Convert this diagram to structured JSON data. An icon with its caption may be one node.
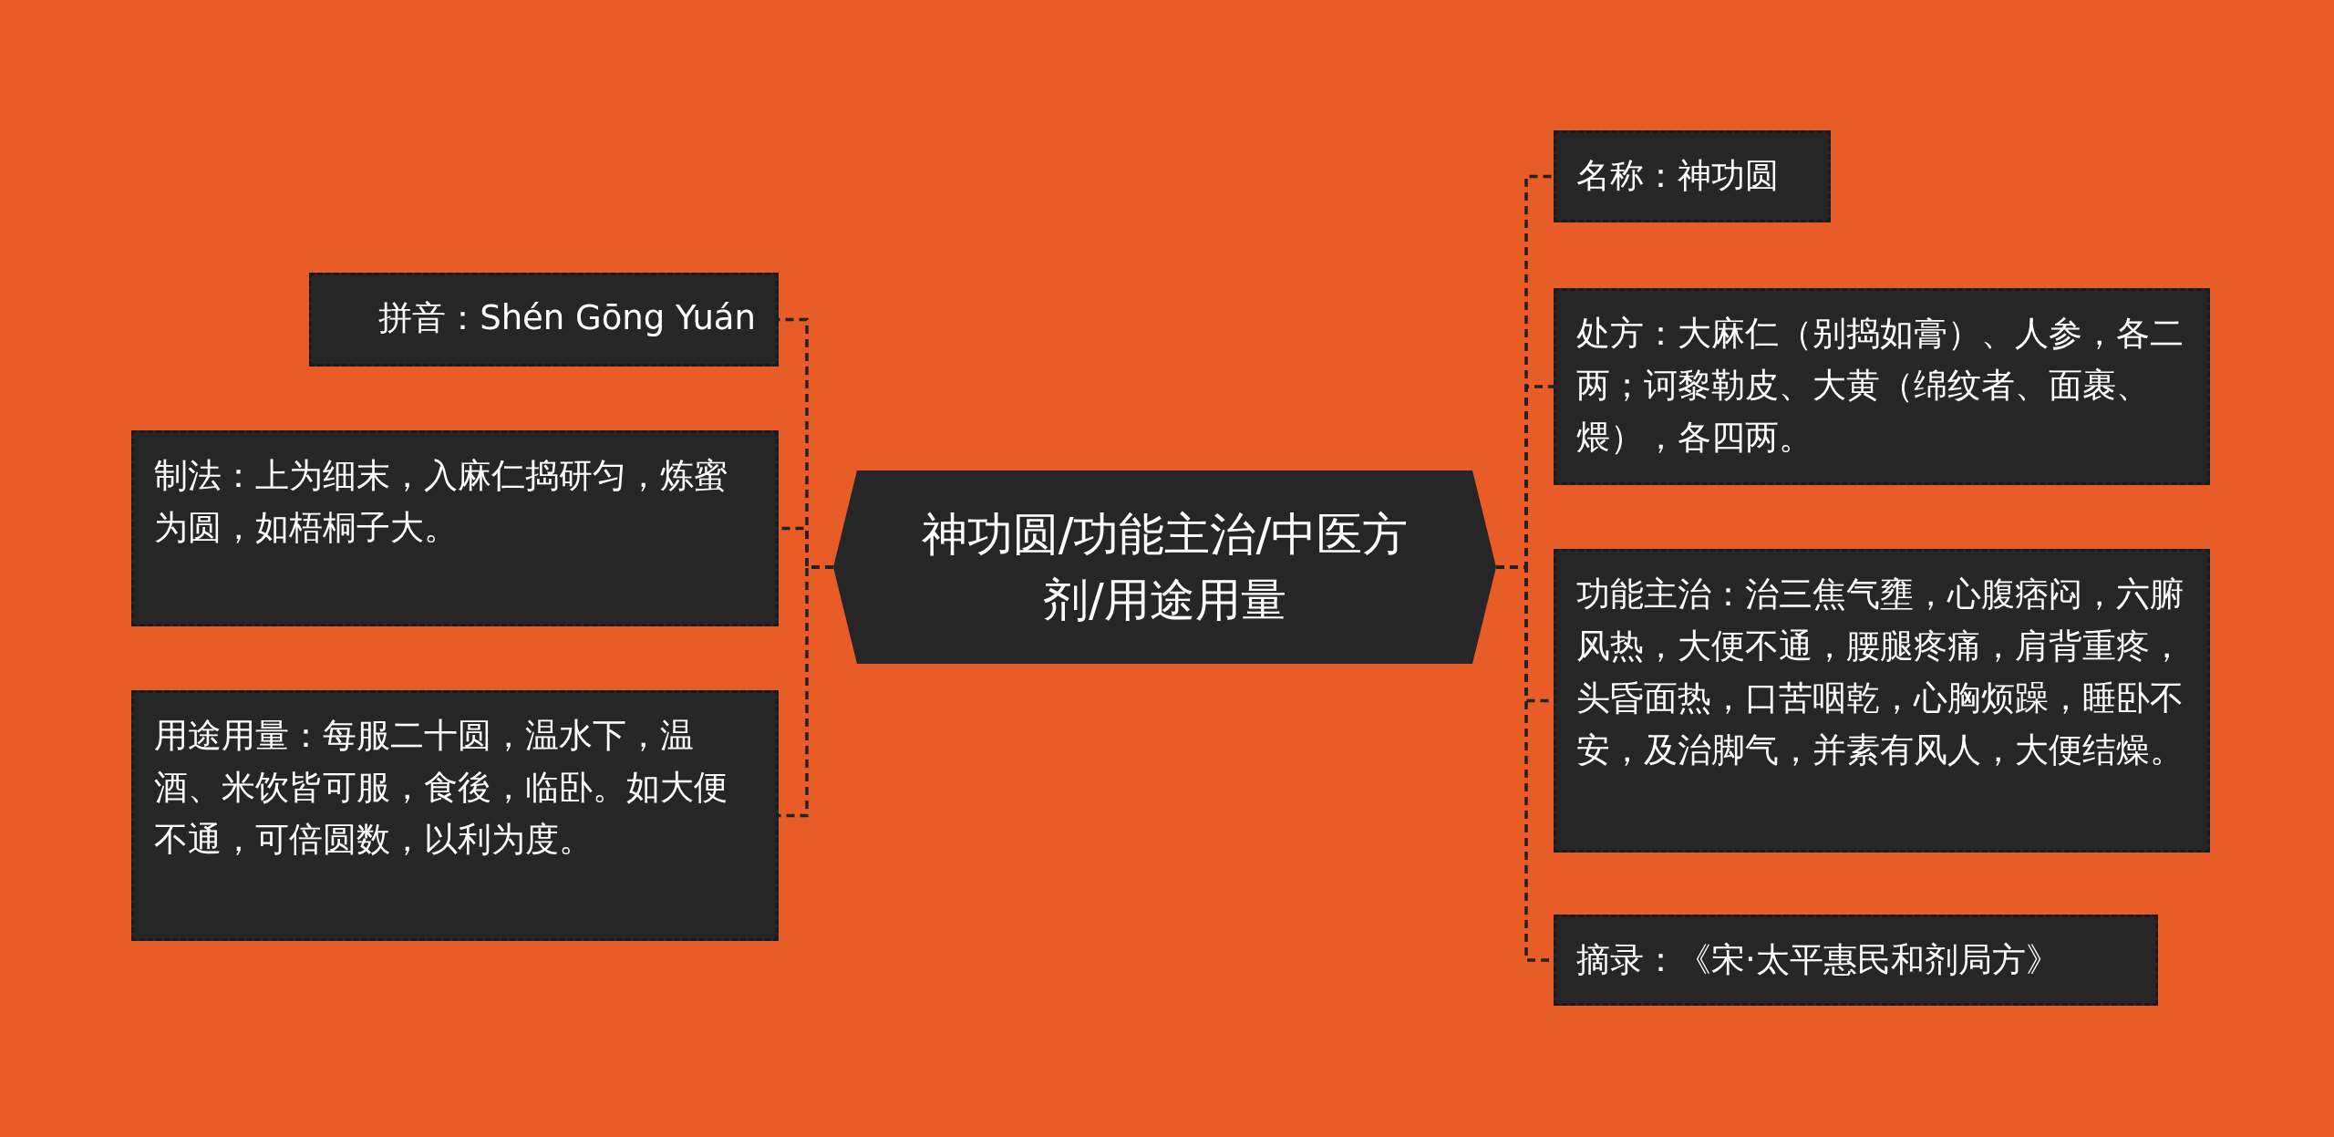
{
  "diagram": {
    "nodes": [
      {
        "text": [
          "神功圆/功能主治/中医方剂/用途用量"
        ]
      },
      {
        "text": [
          "拼音：Shén Gōng Yuán"
        ]
      },
      {
        "text": [
          "制法：上为细末，入麻仁捣研匀，炼蜜为圆，如梧桐子大。"
        ]
      },
      {
        "text": [
          "用途用量：每服二十圆，温水下，温酒、米饮皆可服，食後，临卧。如大便不通，可倍圆数，以利为度。"
        ]
      },
      {
        "text": [
          "名称：神功圆"
        ]
      },
      {
        "text": [
          "处方：大麻仁（别捣如膏）、人参，各二两；诃黎勒皮、大黄（绵纹者、面裹、煨），各四两。"
        ]
      },
      {
        "text": [
          "功能主治：治三焦气壅，心腹痞闷，六腑风热，大便不通，腰腿疼痛，肩背重疼，头昏面热，口苦咽乾，心胸烦躁，睡卧不安，及治脚气，并素有风人，大便结燥。"
        ]
      },
      {
        "text": [
          "摘录：《宋·太平惠民和剂局方》"
        ]
      }
    ],
    "edges": [
      {
        "from": 0,
        "to": 1,
        "arrow": "none"
      },
      {
        "from": 0,
        "to": 2,
        "arrow": "none"
      },
      {
        "from": 0,
        "to": 3,
        "arrow": "none"
      },
      {
        "from": 0,
        "to": 4,
        "arrow": "none"
      },
      {
        "from": 0,
        "to": 5,
        "arrow": "none"
      },
      {
        "from": 0,
        "to": 6,
        "arrow": "none"
      },
      {
        "from": 0,
        "to": 7,
        "arrow": "none"
      }
    ]
  }
}
